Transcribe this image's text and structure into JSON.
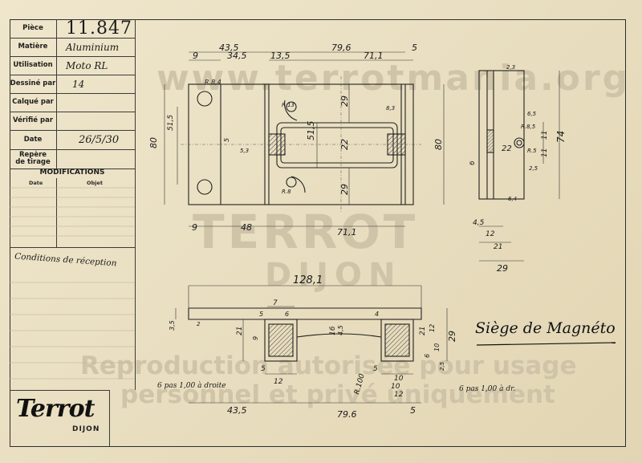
{
  "titleblock": {
    "rows": [
      {
        "label": "Pièce",
        "value": "11.847"
      },
      {
        "label": "Matière",
        "value": "Aluminium"
      },
      {
        "label": "Utilisation",
        "value": "Moto RL"
      },
      {
        "label": "Dessiné par",
        "value": "14"
      },
      {
        "label": "Calqué par",
        "value": ""
      },
      {
        "label": "Vérifié par",
        "value": ""
      },
      {
        "label": "Date",
        "value": "26/5/30"
      },
      {
        "label": "Repère de tirage",
        "value": ""
      }
    ],
    "modifications_title": "MODIFICATIONS",
    "col_date": "Date",
    "col_objet": "Objet",
    "conditions": "Conditions de réception"
  },
  "logo": {
    "brand": "Terrot",
    "city": "DIJON"
  },
  "drawing_title": "Siège de Magnéto",
  "watermark": {
    "url": "www.terrotmania.org",
    "brand": "TERROT",
    "city": "DIJON",
    "line1": "Reproduction autorisée pour usage",
    "line2": "personnel et privé uniquement"
  },
  "plan_view": {
    "dims_top": [
      "43,5",
      "79,6",
      "5",
      "9",
      "34,5",
      "13,5",
      "71,1"
    ],
    "dims_side": [
      "80",
      "51,5",
      "5",
      "51,5",
      "22",
      "29",
      "29",
      "80"
    ],
    "dims_bottom": [
      "9",
      "48",
      "71,1"
    ],
    "notes": [
      "R.8,4",
      "5,3",
      "R.13",
      "R.8",
      "8,3"
    ]
  },
  "side_view": {
    "dims": [
      "4,5",
      "12",
      "21",
      "29",
      "74",
      "11",
      "11",
      "22",
      "6",
      "R.5",
      "6,5",
      "2,5",
      "6,4",
      "R.8,5",
      "2,3"
    ]
  },
  "section_view": {
    "overall": "128,1",
    "dims_top": [
      "7",
      "5",
      "6",
      "4"
    ],
    "dims_left": [
      "3,5",
      "2",
      "21",
      "9"
    ],
    "dims_mid": [
      "5",
      "16",
      "4,5",
      "12",
      "5",
      "10"
    ],
    "dims_right": [
      "21",
      "29",
      "10",
      "12",
      "6",
      "2,5"
    ],
    "notes_left": "6 pas 1,00 à droite",
    "notes_right": "6 pas 1,00 à dr.",
    "radius": "R.100",
    "dims_bottom": [
      "43,5",
      "79,6",
      "5",
      "10",
      "12"
    ]
  }
}
